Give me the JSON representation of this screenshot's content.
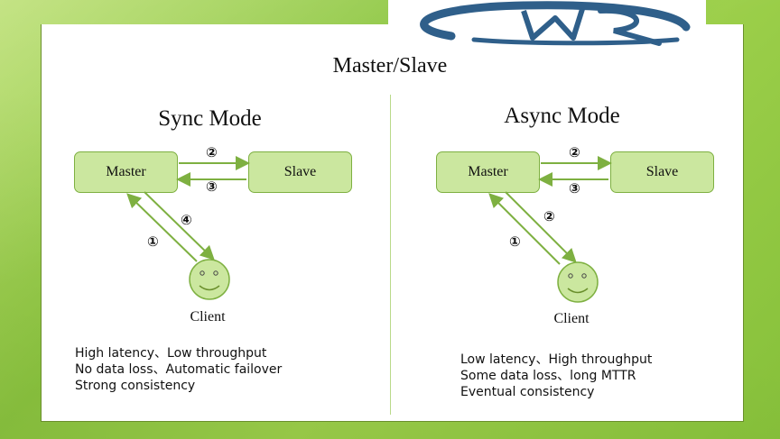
{
  "title": "Master/Slave",
  "sync": {
    "heading": "Sync Mode",
    "master": "Master",
    "slave": "Slave",
    "client": "Client",
    "steps": {
      "to_slave": "②",
      "from_slave": "③",
      "client_up": "①",
      "client_down": "④"
    },
    "notes": [
      "High latency、Low throughput",
      "No data loss、Automatic failover",
      "Strong consistency"
    ]
  },
  "async": {
    "heading": "Async Mode",
    "master": "Master",
    "slave": "Slave",
    "client": "Client",
    "steps": {
      "to_slave": "②",
      "from_slave": "③",
      "client_up": "①",
      "client_down": "②"
    },
    "notes": [
      "Low latency、High throughput",
      "Some data loss、long MTTR",
      "Eventual consistency"
    ]
  },
  "colors": {
    "node_fill": "#cbe79f",
    "node_border": "#7eb041",
    "arrow": "#7eb041",
    "logo": "#2f5f8a"
  }
}
